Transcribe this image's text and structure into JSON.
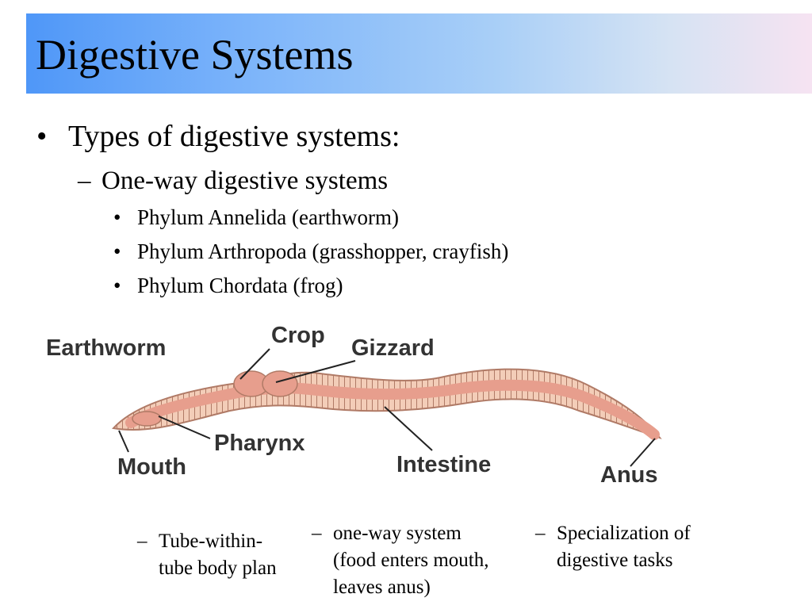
{
  "slide": {
    "title": "Digestive Systems",
    "bullets": {
      "level1": "Types of digestive systems:",
      "level2": "One-way digestive systems",
      "level3": [
        "Phylum Annelida (earthworm)",
        "Phylum Arthropoda (grasshopper, crayfish)",
        "Phylum Chordata (frog)"
      ]
    },
    "bullet_marks": {
      "dot": "•",
      "dash": "–"
    }
  },
  "diagram": {
    "heading": "Earthworm",
    "labels": {
      "crop": "Crop",
      "gizzard": "Gizzard",
      "pharynx": "Pharynx",
      "mouth": "Mouth",
      "intestine": "Intestine",
      "anus": "Anus"
    }
  },
  "notes": [
    {
      "line1": "Tube-within-",
      "line2": "tube body plan",
      "line3": ""
    },
    {
      "line1": "one-way system",
      "line2": "(food enters mouth,",
      "line3": "leaves anus)"
    },
    {
      "line1": "Specialization of",
      "line2": "digestive tasks",
      "line3": ""
    }
  ],
  "colors": {
    "title_gradient_start": "#4f97f8",
    "title_gradient_end": "#f6e3f2",
    "worm_body": "#f3cdb8",
    "worm_outline": "#b07a66",
    "digestive_tract": "#e79e8d"
  }
}
